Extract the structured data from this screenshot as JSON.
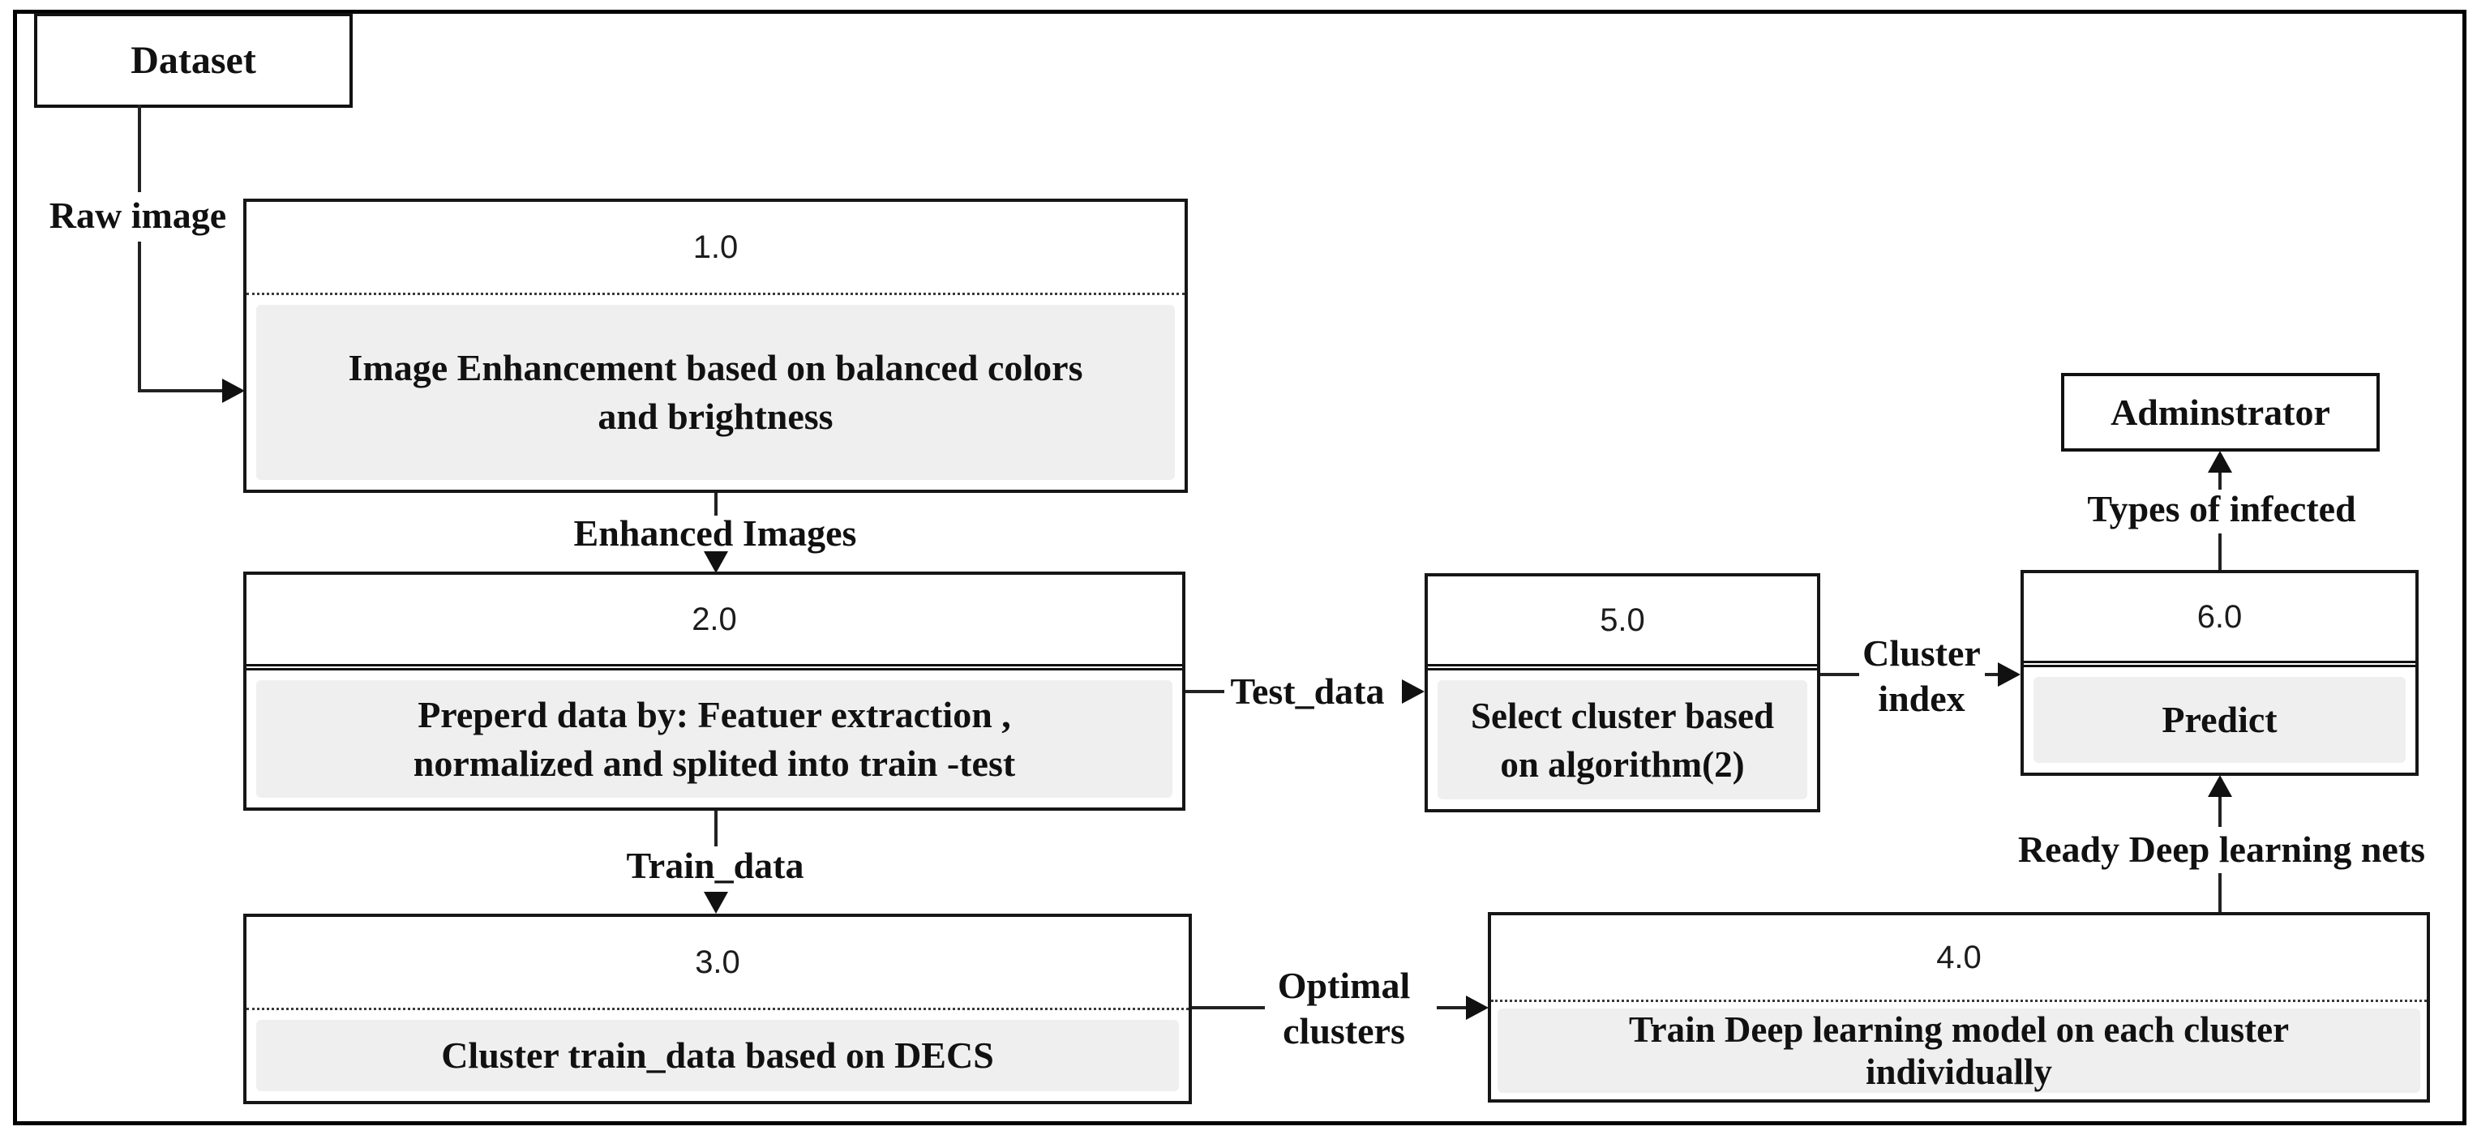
{
  "diagram": {
    "title_hint": "Data flow diagram of clustering-based deep learning prediction pipeline",
    "entities": {
      "dataset": {
        "label": "Dataset"
      },
      "administrator": {
        "label": "Adminstrator"
      }
    },
    "processes": [
      {
        "number": "1.0",
        "line1": "Image Enhancement based on balanced colors",
        "line2": "and brightness"
      },
      {
        "number": "2.0",
        "line1": "Preperd data by: Featuer extraction ,",
        "line2": "normalized and splited into train -test"
      },
      {
        "number": "3.0",
        "line1": "Cluster train_data based on DECS",
        "line2": ""
      },
      {
        "number": "4.0",
        "line1": "Train Deep learning model on each cluster",
        "line2": "individually"
      },
      {
        "number": "5.0",
        "line1": "Select cluster based",
        "line2": "on algorithm(2)"
      },
      {
        "number": "6.0",
        "line1": "Predict",
        "line2": ""
      }
    ],
    "flows": {
      "raw_image": "Raw image",
      "enhanced_images": "Enhanced Images",
      "train_data": "Train_data",
      "test_data": "Test_data",
      "optimal_line1": "Optimal",
      "optimal_line2": "clusters",
      "cluster_line1": "Cluster",
      "cluster_line2": "index",
      "ready_nets": "Ready Deep learning nets",
      "types_infected": "Types of infected"
    },
    "colors": {
      "background": "#ffffff",
      "box_fill": "#ffffff",
      "body_fill": "#efefef",
      "border": "#111111",
      "text": "#111111"
    }
  }
}
